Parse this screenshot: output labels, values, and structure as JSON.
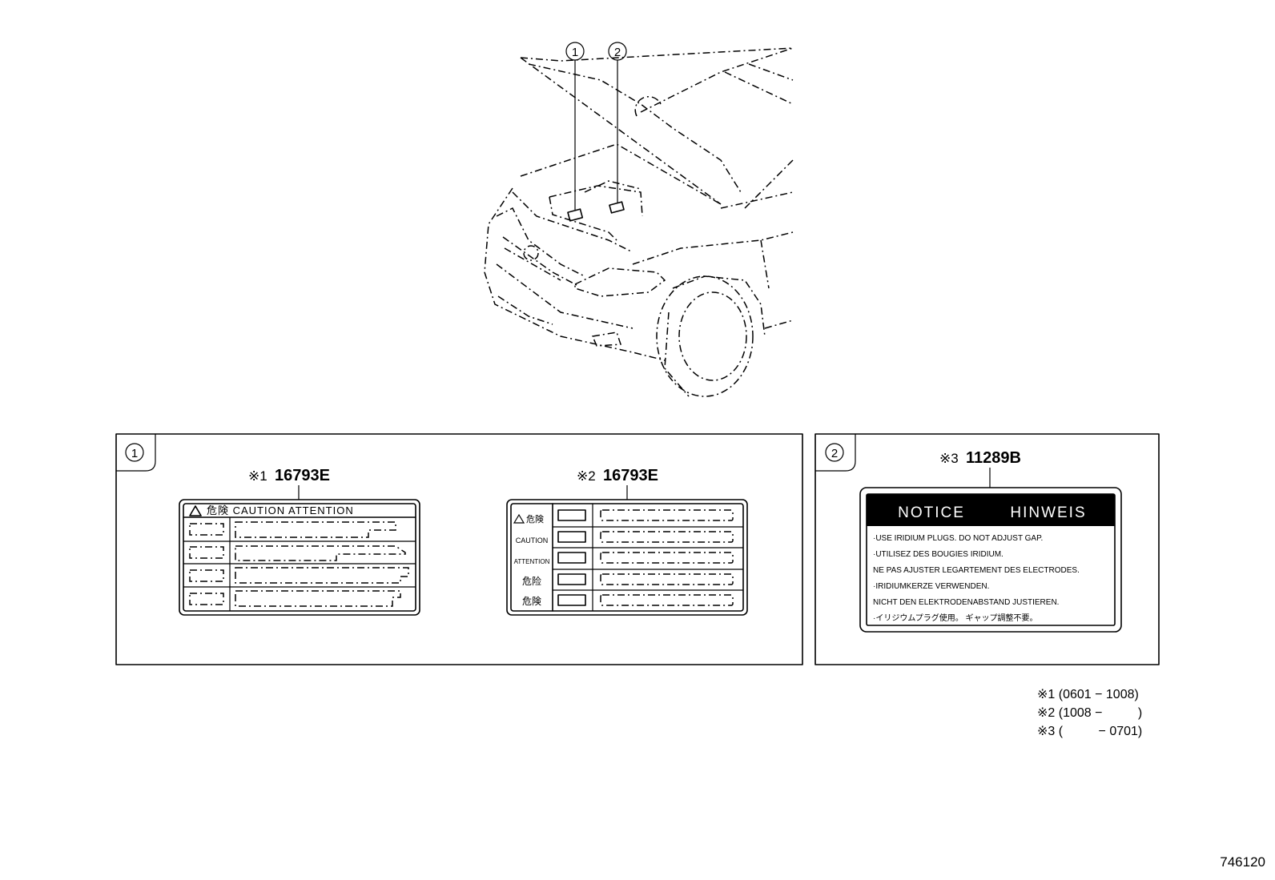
{
  "callouts": {
    "c1": "1",
    "c2": "2"
  },
  "panel1": {
    "marker": "1",
    "label_a": {
      "asterisk": "※1",
      "part": "16793E",
      "header": "危険 CAUTION ATTENTION"
    },
    "label_b": {
      "asterisk": "※2",
      "part": "16793E",
      "rows": [
        "危険",
        "CAUTION",
        "ATTENTION",
        "危险",
        "危険"
      ]
    }
  },
  "panel2": {
    "marker": "2",
    "asterisk": "※3",
    "part": "11289B",
    "notice_left": "NOTICE",
    "notice_right": "HINWEIS",
    "lines": [
      "·USE IRIDIUM PLUGS.  DO NOT ADJUST GAP.",
      "·UTILISEZ DES BOUGIES IRIDIUM.",
      " NE PAS AJUSTER LEGARTEMENT DES ELECTRODES.",
      "·IRIDIUMKERZE VERWENDEN.",
      " NICHT DEN ELEKTRODENABSTAND JUSTIEREN.",
      "·イリジウムプラグ使用。  ギャップ調整不要。"
    ]
  },
  "notes": [
    "※1 (0601 − 1008)",
    "※2 (1008 −          )",
    "※3 (          − 0701)"
  ],
  "figure_number": "746120"
}
